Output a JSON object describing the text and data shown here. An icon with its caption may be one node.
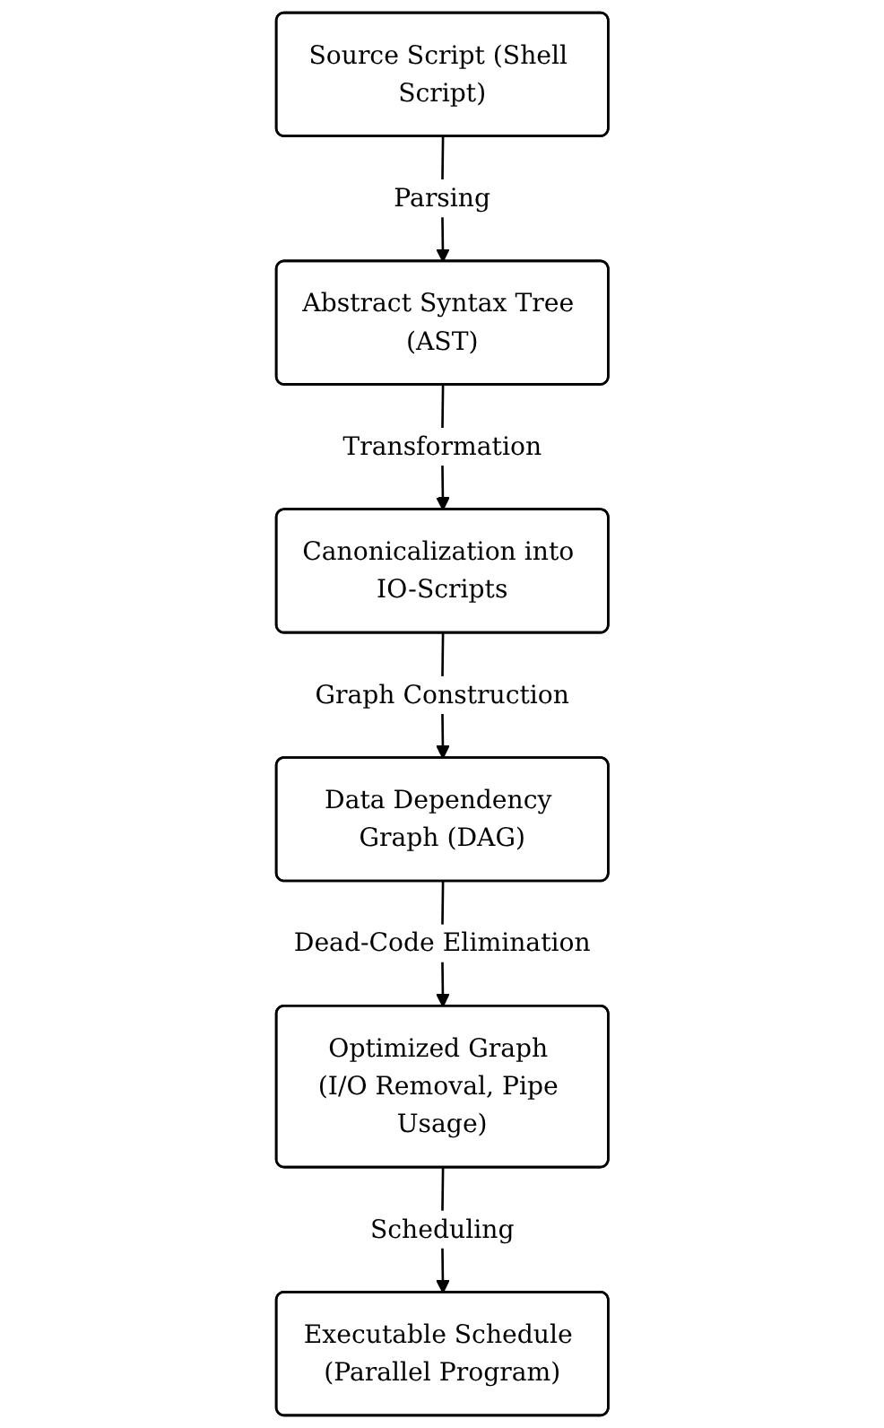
{
  "diagram": {
    "nodes": [
      {
        "text": [
          "Source Script (Shell Script)"
        ]
      },
      {
        "text": [
          "Abstract Syntax Tree (AST)"
        ]
      },
      {
        "text": [
          "Canonicalization into IO-Scripts"
        ]
      },
      {
        "text": [
          "Data Dependency Graph (DAG)"
        ]
      },
      {
        "text": [
          "Optimized Graph (I/O Removal, Pipe Usage)"
        ]
      },
      {
        "text": [
          "Executable Schedule (Parallel Program)"
        ]
      }
    ],
    "edges": [
      {
        "from": 0,
        "to": 1,
        "arrow": "to",
        "label": "Parsing"
      },
      {
        "from": 1,
        "to": 2,
        "arrow": "to",
        "label": "Transformation"
      },
      {
        "from": 2,
        "to": 3,
        "arrow": "to",
        "label": "Graph Construction"
      },
      {
        "from": 3,
        "to": 4,
        "arrow": "to",
        "label": "Dead-Code Elimination"
      },
      {
        "from": 4,
        "to": 5,
        "arrow": "to",
        "label": "Scheduling"
      }
    ]
  }
}
